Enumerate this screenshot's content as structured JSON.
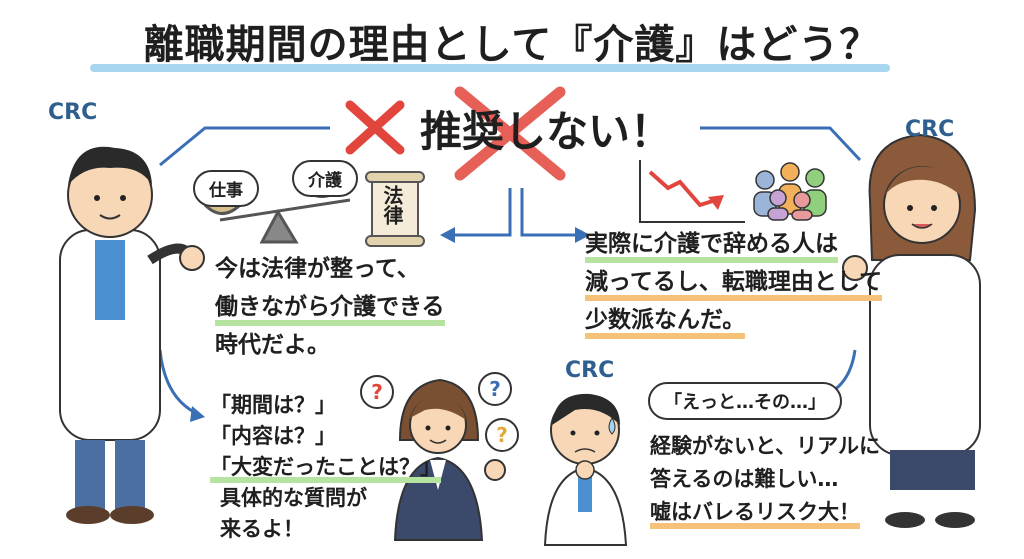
{
  "title": "離職期間の理由として『介護』はどう？",
  "verdict": "推奨しない！",
  "crc_label": "CRC",
  "scale": {
    "left": "仕事",
    "right": "介護",
    "scroll": "法律"
  },
  "left_text": [
    "今は法律が整って、",
    "働きながら介護できる",
    "時代だよ。"
  ],
  "right_text": [
    "実際に介護で辞める人は",
    "減ってるし、転職理由として",
    "少数派なんだ。"
  ],
  "questions": [
    "「期間は？」",
    "「内容は？」",
    "「大変だったことは？」",
    "具体的な質問が",
    "来るよ！"
  ],
  "speech": "「えっと…その…」",
  "bottom_right_text": [
    "経験がないと、リアルに",
    "答えるのは難しい…",
    "嘘はバレるリスク大！"
  ],
  "question_marks": [
    "?",
    "?",
    "?"
  ],
  "colors": {
    "red_x": "#e2453c",
    "blue_arrow": "#3a6fb5",
    "green_hl": "#b6e3a0",
    "orange_hl": "#f6c27a",
    "coat": "#ffffff",
    "tie": "#4a8fd0"
  }
}
